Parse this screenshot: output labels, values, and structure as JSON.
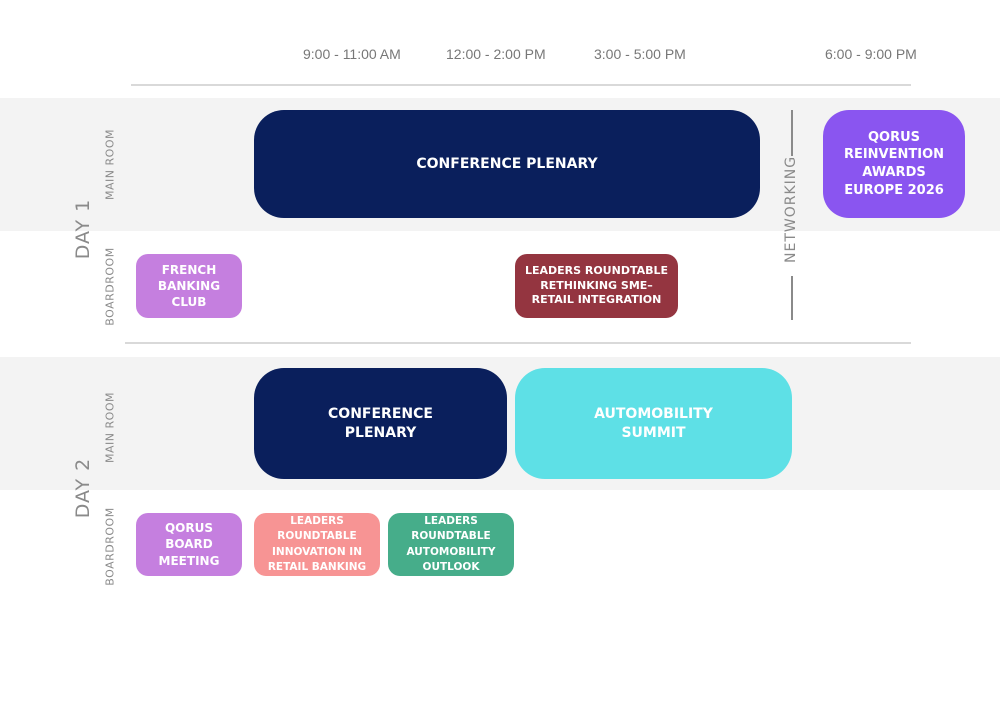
{
  "timeline": {
    "slots": [
      "9:00 - 11:00 AM",
      "12:00 - 2:00 PM",
      "3:00 - 5:00 PM",
      "6:00 - 9:00 PM"
    ]
  },
  "days": [
    {
      "label": "DAY 1",
      "rooms": {
        "main": "MAIN ROOM",
        "boardroom": "BOARDROOM"
      },
      "sessions": {
        "plenary": {
          "title": "CONFERENCE PLENARY",
          "color": "#0a1f5c"
        },
        "awards": {
          "title": "QORUS REINVENTION AWARDS EUROPE 2026",
          "color": "#8a55f0"
        },
        "french_club": {
          "title": "FRENCH BANKING CLUB",
          "color": "#c57fdf"
        },
        "sme_roundtable": {
          "title": "LEADERS ROUNDTABLE RETHINKING SME–RETAIL INTEGRATION",
          "color": "#943540"
        }
      },
      "networking": "NETWORKING"
    },
    {
      "label": "DAY 2",
      "rooms": {
        "main": "MAIN ROOM",
        "boardroom": "BOARDROOM"
      },
      "sessions": {
        "plenary": {
          "title": "CONFERENCE PLENARY",
          "color": "#0a1f5c"
        },
        "automobility_summit": {
          "title": "AUTOMOBILITY SUMMIT",
          "color": "#5ee0e6"
        },
        "board_meeting": {
          "title": "QORUS BOARD MEETING",
          "color": "#c57fdf"
        },
        "innovation_roundtable": {
          "title": "LEADERS ROUNDTABLE INNOVATION IN RETAIL BANKING",
          "color": "#f79494"
        },
        "automobility_roundtable": {
          "title": "LEADERS ROUNDTABLE AUTOMOBILITY OUTLOOK",
          "color": "#46ad8a"
        }
      }
    }
  ],
  "colors": {
    "band": "#f3f3f3",
    "label": "#8a8a8a",
    "separator": "#d9d9d9"
  }
}
